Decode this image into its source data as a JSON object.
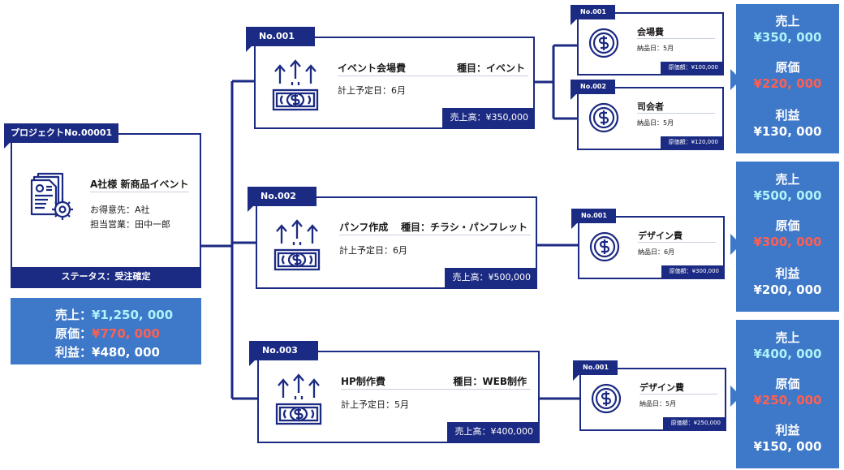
{
  "project": {
    "tag": "プロジェクトNo.00001",
    "title": "A社様 新商品イベント",
    "client": "お得意先：A社",
    "sales": "担当営業：田中一郎",
    "status": "ステータス：受注確定",
    "totals": {
      "sales_label": "売上：",
      "sales_value": "¥1,250, 000",
      "cost_label": "原価：",
      "cost_value": "¥770, 000",
      "profit_label": "利益：",
      "profit_value": "¥480, 000"
    }
  },
  "items": [
    {
      "no": "No.001",
      "name": "イベント会場費",
      "type": "種目：イベント",
      "date": "計上予定日：6月",
      "sales": "売上高：¥350,000",
      "subs": [
        {
          "no": "No.001",
          "name": "会場費",
          "delivery": "納品日：5月",
          "cost": "原価額：¥100,000"
        },
        {
          "no": "No.002",
          "name": "司会者",
          "delivery": "納品日：5月",
          "cost": "原価額：¥120,000"
        }
      ],
      "summary": {
        "sales_label": "売上",
        "sales_value": "¥350, 000",
        "cost_label": "原価",
        "cost_value": "¥220, 000",
        "profit_label": "利益",
        "profit_value": "¥130, 000"
      }
    },
    {
      "no": "No.002",
      "name": "パンフ作成",
      "type": "種目：チラシ・パンフレット",
      "date": "計上予定日：6月",
      "sales": "売上高：¥500,000",
      "subs": [
        {
          "no": "No.001",
          "name": "デザイン費",
          "delivery": "納品日：6月",
          "cost": "原価額：¥300,000"
        }
      ],
      "summary": {
        "sales_label": "売上",
        "sales_value": "¥500, 000",
        "cost_label": "原価",
        "cost_value": "¥300, 000",
        "profit_label": "利益",
        "profit_value": "¥200, 000"
      }
    },
    {
      "no": "No.003",
      "name": "HP制作費",
      "type": "種目：WEB制作",
      "date": "計上予定日：5月",
      "sales": "売上高：¥400,000",
      "subs": [
        {
          "no": "No.001",
          "name": "デザイン費",
          "delivery": "納品日：5月",
          "cost": "原価額：¥250,000"
        }
      ],
      "summary": {
        "sales_label": "売上",
        "sales_value": "¥400, 000",
        "cost_label": "原価",
        "cost_value": "¥250, 000",
        "profit_label": "利益",
        "profit_value": "¥150, 000"
      }
    }
  ],
  "colors": {
    "navy": "#1b2a82",
    "summary_blue": "#3e78c8",
    "cost_red": "#ff5f52",
    "sales_cyan": "#aef3fb"
  },
  "icons": {
    "project": "document-gear-icon",
    "item": "money-upload-icon",
    "sub": "dollar-coin-icon"
  }
}
